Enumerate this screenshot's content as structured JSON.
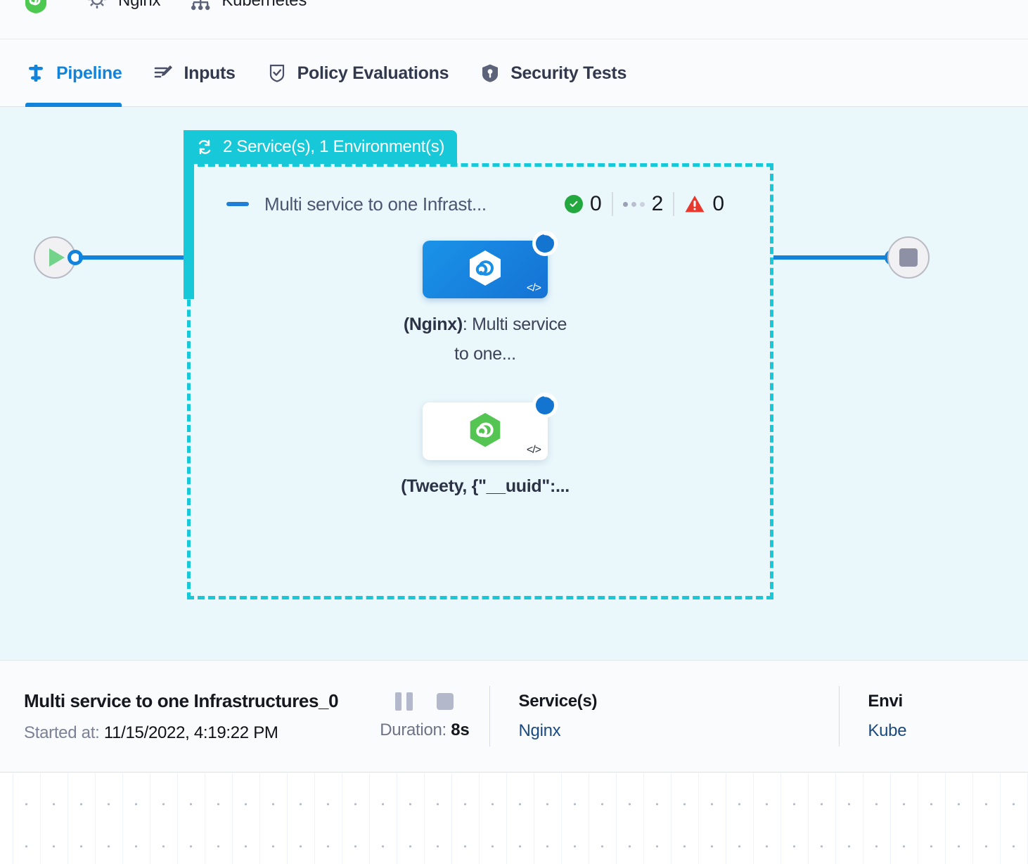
{
  "breadcrumb": {
    "items": [
      {
        "icon": "harness-shield-icon",
        "label": ""
      },
      {
        "icon": "gear-icon",
        "label": "Nginx"
      },
      {
        "icon": "kubernetes-node-icon",
        "label": "Kubernetes"
      }
    ]
  },
  "tabs": [
    {
      "label": "Pipeline",
      "icon": "pipeline-icon",
      "active": true
    },
    {
      "label": "Inputs",
      "icon": "inputs-pencil-icon",
      "active": false
    },
    {
      "label": "Policy Evaluations",
      "icon": "policy-shield-check-icon",
      "active": false
    },
    {
      "label": "Security Tests",
      "icon": "security-shield-icon",
      "active": false
    }
  ],
  "canvas": {
    "start_node": {
      "name": "start-node",
      "icon": "play-icon"
    },
    "end_node": {
      "name": "end-node",
      "icon": "stop-icon"
    },
    "group": {
      "tab_label": "2 Service(s), 1 Environment(s)",
      "tab_icon": "loop-strategy-icon",
      "title": "Multi service to one Infrast...",
      "counters": [
        {
          "icon": "success-check-icon",
          "value": "0"
        },
        {
          "icon": "pending-dots-icon",
          "value": "2"
        },
        {
          "icon": "error-warning-icon",
          "value": "0"
        }
      ],
      "nodes": [
        {
          "name": "service-node-nginx",
          "label_prefix": "(Nginx)",
          "label_suffix": ": Multi service to one...",
          "style": "blue",
          "icon": "harness-hexagon-icon",
          "code_icon": "code-brackets-icon",
          "status": "running"
        },
        {
          "name": "service-node-tweety",
          "label_prefix": "(Tweety, {\"__uuid\":...",
          "label_suffix": "",
          "style": "white",
          "icon": "harness-hexagon-green-icon",
          "code_icon": "code-brackets-icon",
          "status": "running"
        }
      ]
    }
  },
  "footer": {
    "title": "Multi service to one Infrastructures_0",
    "started_key": "Started at:",
    "started_value": "11/15/2022, 4:19:22 PM",
    "controls": {
      "pause": "pause-button",
      "stop": "stop-button"
    },
    "duration_key": "Duration:",
    "duration_value": "8s",
    "services_head": "Service(s)",
    "services_value": "Nginx",
    "envs_head": "Envi",
    "envs_value": "Kube"
  },
  "colors": {
    "accent_blue": "#1283da",
    "group_teal": "#17c8d9",
    "canvas_bg": "#eaf8fc",
    "success_green": "#23a83f",
    "error_red": "#e8392f",
    "link_navy": "#1b4a80"
  }
}
